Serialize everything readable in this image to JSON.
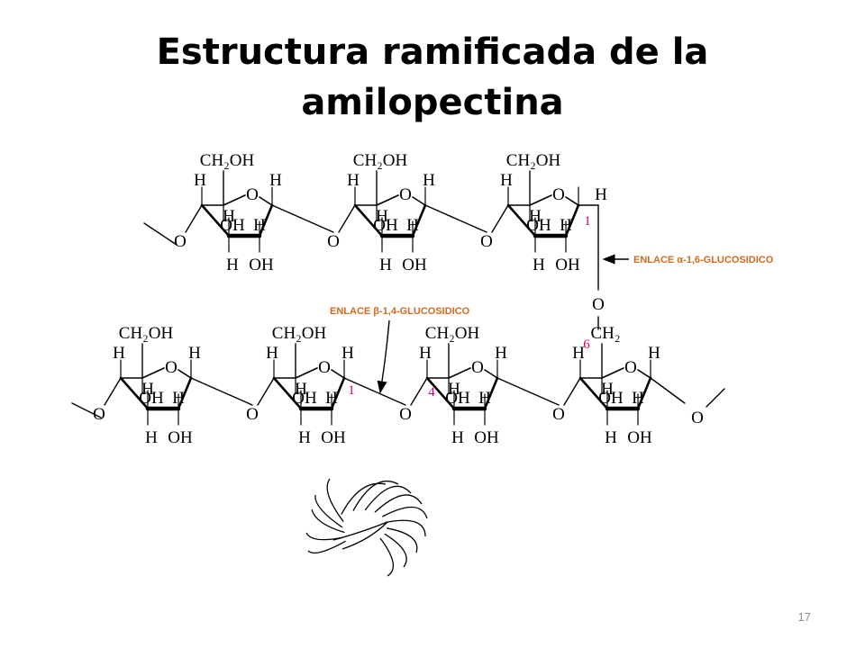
{
  "slide": {
    "title_line1": "Estructura ramificada de la",
    "title_line2": "amilopectina",
    "page_number": "17"
  },
  "atoms": {
    "ch2oh": "CH₂OH",
    "ch2": "CH₂",
    "h": "H",
    "o": "O",
    "oh": "OH"
  },
  "carbon_numbers": {
    "c1": "1",
    "c4": "4",
    "c6": "6"
  },
  "labels": {
    "alpha_16": "ENLACE α-1,6-GLUCOSIDICO",
    "beta_14": "ENLACE β-1,4-GLUCOSIDICO"
  },
  "colors": {
    "number_magenta": "#d6006f",
    "label_orange": "#d2691e"
  }
}
